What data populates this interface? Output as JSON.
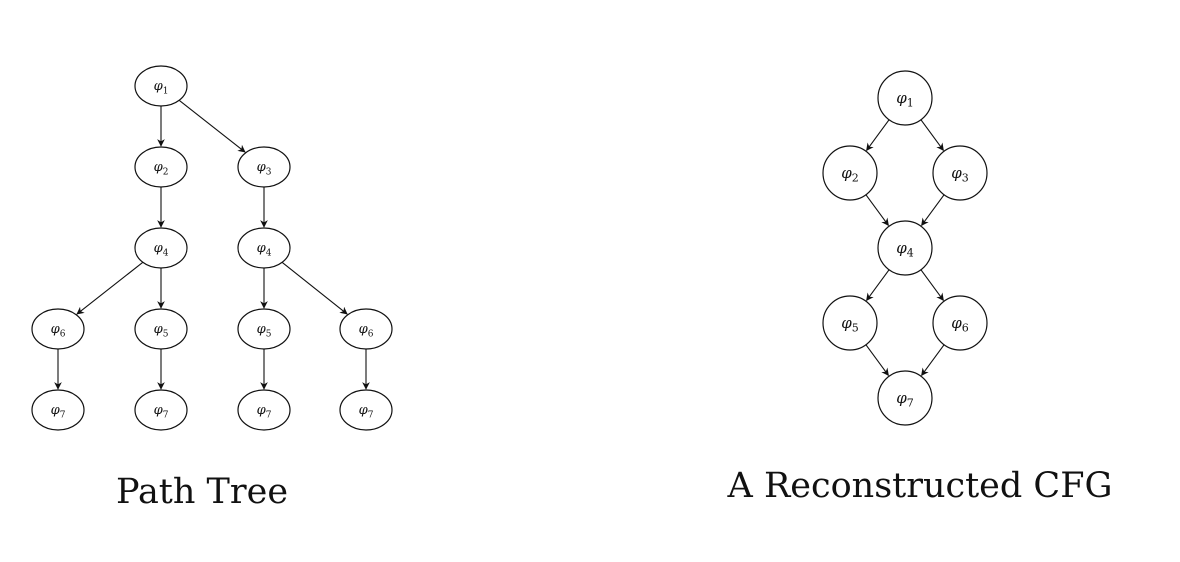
{
  "diagrams": [
    {
      "id": "path_tree",
      "caption": "Path Tree",
      "nodes": [
        {
          "id": "t1",
          "symbol": "φ",
          "sub": "1"
        },
        {
          "id": "t2",
          "symbol": "φ",
          "sub": "2"
        },
        {
          "id": "t3",
          "symbol": "φ",
          "sub": "3"
        },
        {
          "id": "t4a",
          "symbol": "φ",
          "sub": "4"
        },
        {
          "id": "t4b",
          "symbol": "φ",
          "sub": "4"
        },
        {
          "id": "t6a",
          "symbol": "φ",
          "sub": "6"
        },
        {
          "id": "t5a",
          "symbol": "φ",
          "sub": "5"
        },
        {
          "id": "t5b",
          "symbol": "φ",
          "sub": "5"
        },
        {
          "id": "t6b",
          "symbol": "φ",
          "sub": "6"
        },
        {
          "id": "t7a",
          "symbol": "φ",
          "sub": "7"
        },
        {
          "id": "t7b",
          "symbol": "φ",
          "sub": "7"
        },
        {
          "id": "t7c",
          "symbol": "φ",
          "sub": "7"
        },
        {
          "id": "t7d",
          "symbol": "φ",
          "sub": "7"
        }
      ],
      "edges": [
        [
          "t1",
          "t2"
        ],
        [
          "t1",
          "t3"
        ],
        [
          "t2",
          "t4a"
        ],
        [
          "t3",
          "t4b"
        ],
        [
          "t4a",
          "t6a"
        ],
        [
          "t4a",
          "t5a"
        ],
        [
          "t4b",
          "t5b"
        ],
        [
          "t4b",
          "t6b"
        ],
        [
          "t6a",
          "t7a"
        ],
        [
          "t5a",
          "t7b"
        ],
        [
          "t5b",
          "t7c"
        ],
        [
          "t6b",
          "t7d"
        ]
      ]
    },
    {
      "id": "reconstructed_cfg",
      "caption": "A Reconstructed CFG",
      "nodes": [
        {
          "id": "c1",
          "symbol": "φ",
          "sub": "1"
        },
        {
          "id": "c2",
          "symbol": "φ",
          "sub": "2"
        },
        {
          "id": "c3",
          "symbol": "φ",
          "sub": "3"
        },
        {
          "id": "c4",
          "symbol": "φ",
          "sub": "4"
        },
        {
          "id": "c5",
          "symbol": "φ",
          "sub": "5"
        },
        {
          "id": "c6",
          "symbol": "φ",
          "sub": "6"
        },
        {
          "id": "c7",
          "symbol": "φ",
          "sub": "7"
        }
      ],
      "edges": [
        [
          "c1",
          "c2"
        ],
        [
          "c1",
          "c3"
        ],
        [
          "c2",
          "c4"
        ],
        [
          "c3",
          "c4"
        ],
        [
          "c4",
          "c5"
        ],
        [
          "c4",
          "c6"
        ],
        [
          "c5",
          "c7"
        ],
        [
          "c6",
          "c7"
        ]
      ]
    }
  ]
}
